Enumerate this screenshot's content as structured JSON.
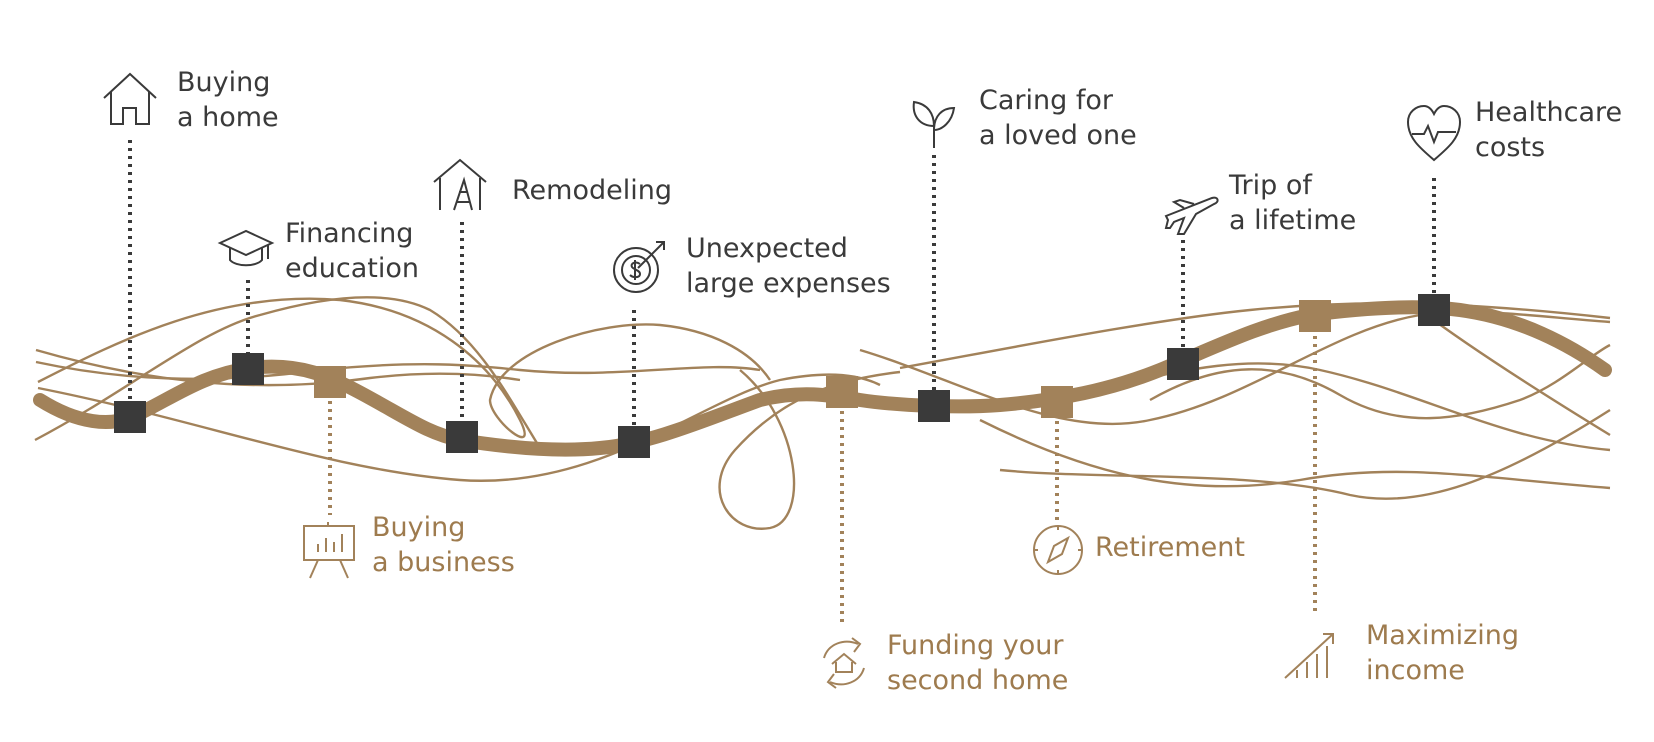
{
  "colors": {
    "dark": "#3a3a3a",
    "gold": "#9e7b4e",
    "thread": "#a2825a",
    "marker_dark": "#3a3a3a",
    "marker_gold": "#a2825a"
  },
  "milestones": {
    "buying_home": {
      "line1": "Buying",
      "line2": "a home",
      "icon": "house-icon",
      "tone": "dark"
    },
    "financing_edu": {
      "line1": "Financing",
      "line2": "education",
      "icon": "graduation-cap-icon",
      "tone": "dark"
    },
    "remodeling": {
      "line1": "Remodeling",
      "icon": "ladder-house-icon",
      "tone": "dark"
    },
    "unexpected": {
      "line1": "Unexpected",
      "line2": "large expenses",
      "icon": "target-dollar-icon",
      "tone": "dark"
    },
    "caring": {
      "line1": "Caring for",
      "line2": "a loved one",
      "icon": "sprout-icon",
      "tone": "dark"
    },
    "trip": {
      "line1": "Trip of",
      "line2": "a lifetime",
      "icon": "airplane-icon",
      "tone": "dark"
    },
    "healthcare": {
      "line1": "Healthcare",
      "line2": "costs",
      "icon": "heart-pulse-icon",
      "tone": "dark"
    },
    "buying_business": {
      "line1": "Buying",
      "line2": "a business",
      "icon": "easel-chart-icon",
      "tone": "gold"
    },
    "second_home": {
      "line1": "Funding your",
      "line2": "second home",
      "icon": "cycle-home-icon",
      "tone": "gold"
    },
    "retirement": {
      "line1": "Retirement",
      "icon": "compass-icon",
      "tone": "gold"
    },
    "max_income": {
      "line1": "Maximizing",
      "line2": "income",
      "icon": "growth-chart-icon",
      "tone": "gold"
    }
  }
}
